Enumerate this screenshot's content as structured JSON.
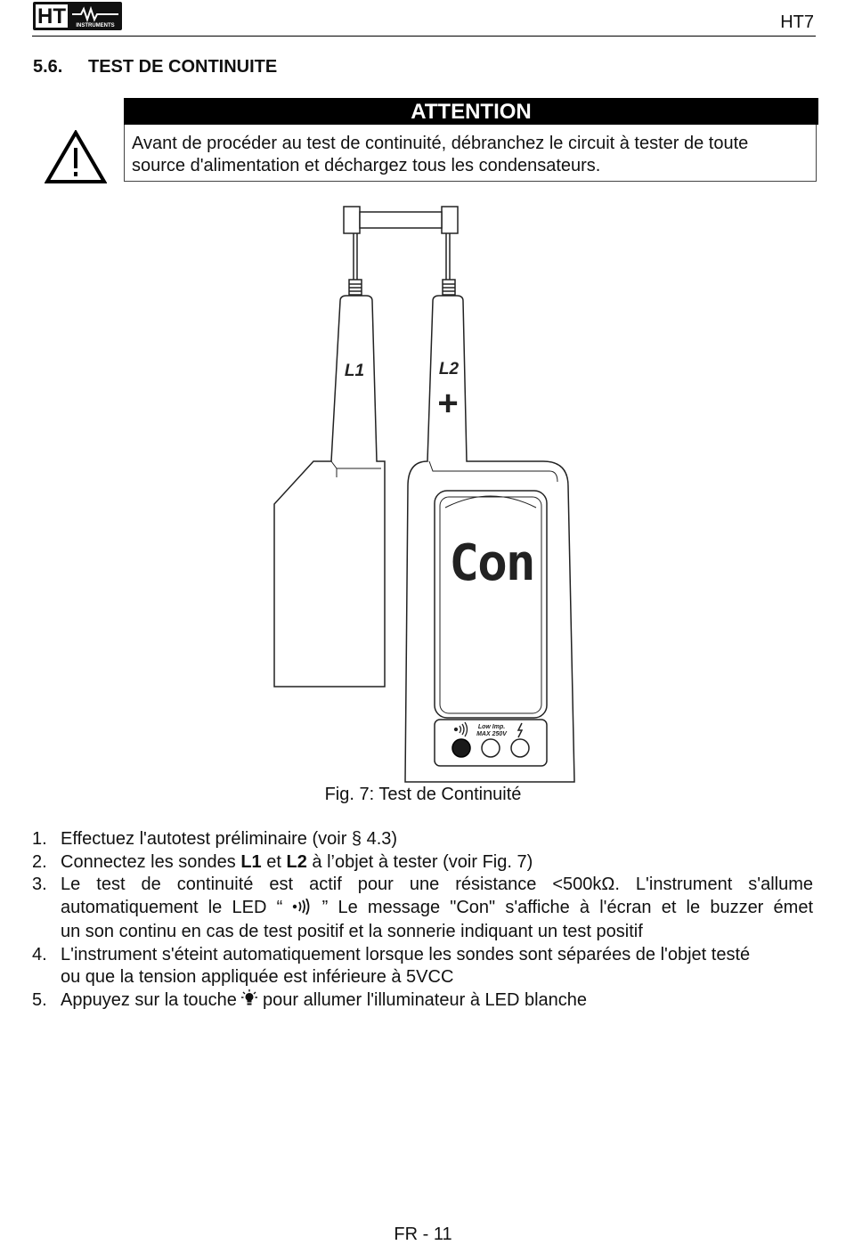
{
  "header": {
    "logo_text": "HT",
    "logo_subtext": "INSTRUMENTS",
    "model": "HT7"
  },
  "section": {
    "number": "5.6.",
    "title": "TEST DE CONTINUITE"
  },
  "attention": {
    "title": "ATTENTION",
    "line1": "Avant de procéder au test de continuité, débranchez le circuit à tester de toute",
    "line2": "source d'alimentation et déchargez tous les condensateurs.",
    "icon": "warning-triangle-icon"
  },
  "figure": {
    "probe_l1": "L1",
    "probe_l2": "L2",
    "plus": "+",
    "display_text": "Con",
    "panel_label1": "Low Imp.",
    "panel_label2": "MAX 250V",
    "caption": "Fig. 7: Test de Continuité"
  },
  "steps": {
    "s1": {
      "num": "1.",
      "text": "Effectuez l'autotest préliminaire (voir § 4.3)"
    },
    "s2": {
      "num": "2.",
      "pre": "Connectez les sondes ",
      "b1": "L1",
      "mid": " et ",
      "b2": "L2",
      "post": " à l’objet à tester (voir Fig. 7)"
    },
    "s3": {
      "num": "3.",
      "line1": "Le test de continuité est actif pour une résistance <500kΩ. L'instrument s'allume",
      "line2a": "automatiquement le LED “ ",
      "line2b": " ” Le message \"Con\" s'affiche à l'écran et le buzzer émet",
      "line3": "un son continu en cas de test positif et la sonnerie indiquant un test positif"
    },
    "s4": {
      "num": "4.",
      "line1": "L'instrument s'éteint automatiquement lorsque les sondes sont séparées de l'objet testé",
      "line2": "ou que la tension appliquée est inférieure à 5VCC"
    },
    "s5": {
      "num": "5.",
      "pre": "Appuyez sur la touche ",
      "post": " pour allumer l'illuminateur à LED blanche"
    }
  },
  "footer": {
    "page": "FR - 11"
  }
}
